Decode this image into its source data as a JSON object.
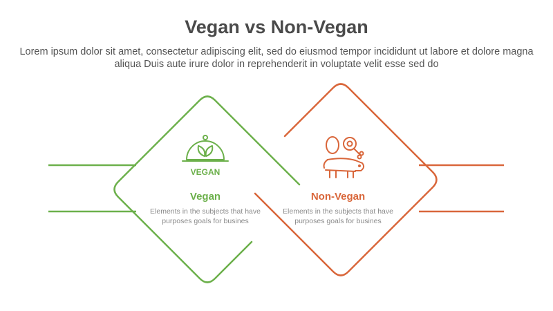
{
  "header": {
    "title": "Vegan vs Non-Vegan",
    "subtitle": "Lorem ipsum dolor sit amet, consectetur adipiscing elit, sed do eiusmod tempor incididunt ut labore et dolore magna aliqua Duis aute irure dolor in reprehenderit in voluptate velit esse sed do"
  },
  "panels": [
    {
      "title": "Vegan",
      "badge": "VEGAN",
      "description": "Elements in the subjects that have purposes goals for busines",
      "color": "#6cb04b",
      "icon": "food-cloche-leaf-icon"
    },
    {
      "title": "Non-Vegan",
      "description": "Elements in the subjects that have purposes goals for busines",
      "color": "#d9663a",
      "icon": "meat-egg-pig-icon"
    }
  ]
}
